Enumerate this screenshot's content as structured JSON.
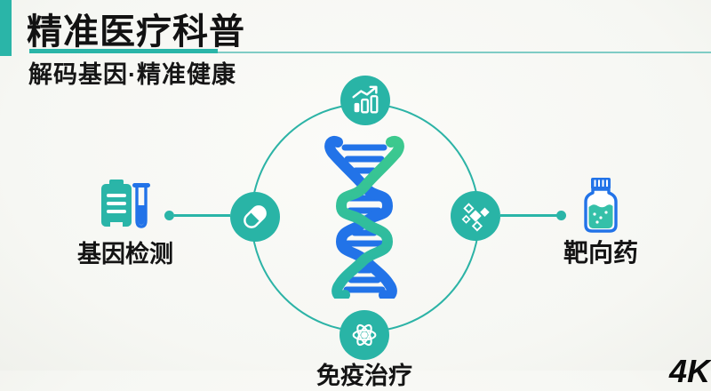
{
  "header": {
    "title": "精准医疗科普",
    "subtitle": "解码基因·精准健康"
  },
  "diagram": {
    "center_icon": "dna-double-helix",
    "nodes": [
      {
        "position": "top",
        "icon": "growth-chart-icon"
      },
      {
        "position": "left",
        "icon": "capsule-icon"
      },
      {
        "position": "right",
        "icon": "molecule-diamonds-icon"
      },
      {
        "position": "bottom",
        "icon": "atom-icon"
      }
    ],
    "left_item": {
      "label": "基因检测",
      "icons": [
        "report-clipboard-icon",
        "test-tube-icon"
      ]
    },
    "right_item": {
      "label": "靶向药",
      "icons": [
        "medicine-bottle-icon"
      ]
    },
    "bottom_item": {
      "label": "免疫治疗"
    }
  },
  "watermark": {
    "text": "4K"
  },
  "colors": {
    "accent_teal": "#2ab5a8",
    "node_teal": "#29b4a6",
    "dna_blue": "#2273e8",
    "dna_green": "#3cc98e",
    "text": "#141414",
    "background": "#f7f8f4"
  }
}
